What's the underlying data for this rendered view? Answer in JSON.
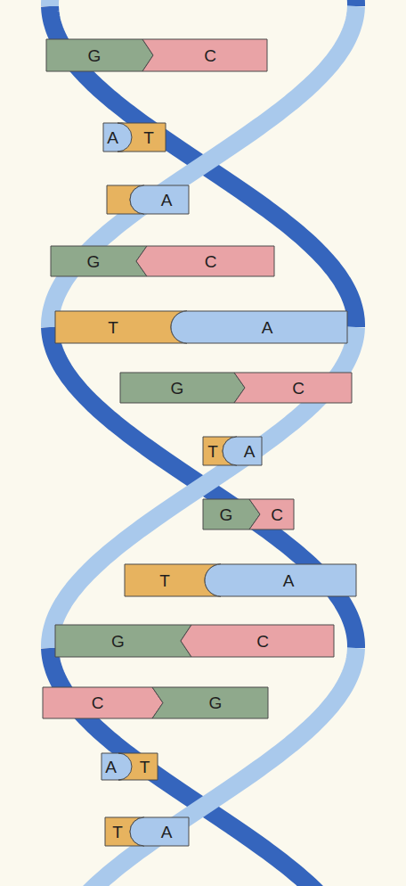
{
  "diagram": {
    "nodes": [
      {
        "text": [
          "G"
        ]
      },
      {
        "text": [
          "C"
        ]
      },
      {
        "text": [
          "A"
        ]
      },
      {
        "text": [
          "T"
        ]
      },
      {
        "text": [
          "A"
        ]
      },
      {
        "text": [
          "G"
        ]
      },
      {
        "text": [
          "C"
        ]
      },
      {
        "text": [
          "T"
        ]
      },
      {
        "text": [
          "A"
        ]
      },
      {
        "text": [
          "G"
        ]
      },
      {
        "text": [
          "C"
        ]
      },
      {
        "text": [
          "T"
        ]
      },
      {
        "text": [
          "A"
        ]
      },
      {
        "text": [
          "G"
        ]
      },
      {
        "text": [
          "C"
        ]
      },
      {
        "text": [
          "T"
        ]
      },
      {
        "text": [
          "A"
        ]
      },
      {
        "text": [
          "G"
        ]
      },
      {
        "text": [
          "C"
        ]
      },
      {
        "text": [
          "C"
        ]
      },
      {
        "text": [
          "G"
        ]
      },
      {
        "text": [
          "A"
        ]
      },
      {
        "text": [
          "T"
        ]
      },
      {
        "text": [
          "T"
        ]
      },
      {
        "text": [
          "A"
        ]
      }
    ]
  }
}
